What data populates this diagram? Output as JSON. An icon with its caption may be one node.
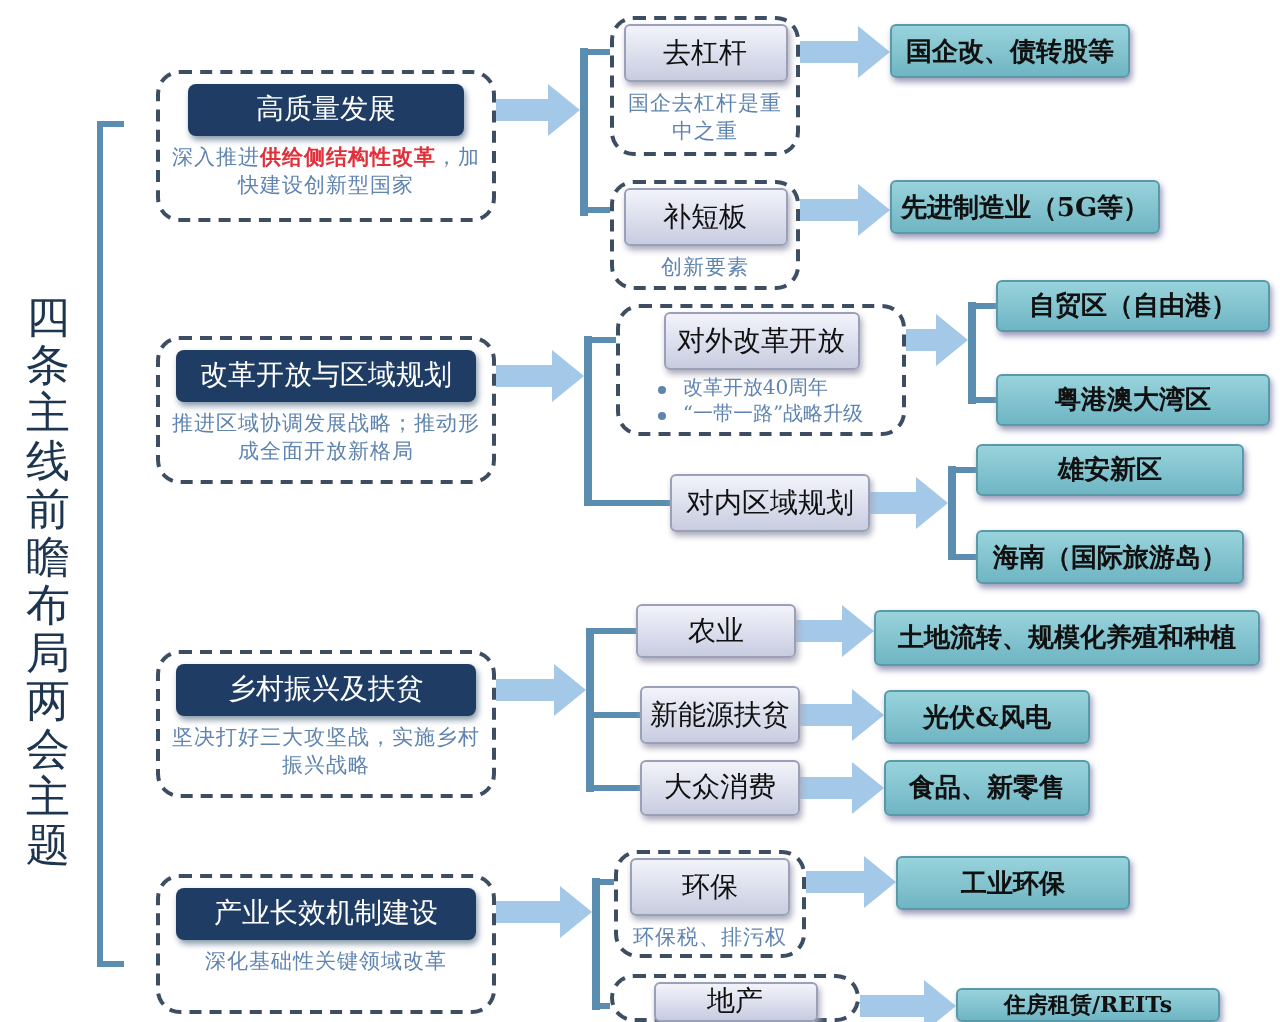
{
  "diagram": {
    "title": "四条主线前瞻布局两会主题",
    "nodes": [
      {
        "text": [
          "高质量发展",
          "深入推进**供给侧结构性改革**，加快建设创新型国家"
        ]
      },
      {
        "text": [
          "去杠杆",
          "国企去杠杆是重中之重"
        ]
      },
      {
        "text": [
          "国企改、债转股等"
        ]
      },
      {
        "text": [
          "补短板",
          "创新要素"
        ]
      },
      {
        "text": [
          "先进制造业（5G等）"
        ]
      },
      {
        "text": [
          "改革开放与区域规划",
          "推进区域协调发展战略；推动形成全面开放新格局"
        ]
      },
      {
        "text": [
          "对外改革开放",
          "改革开放40周年",
          "“一带一路”战略升级"
        ]
      },
      {
        "text": [
          "自贸区（自由港）"
        ]
      },
      {
        "text": [
          "粤港澳大湾区"
        ]
      },
      {
        "text": [
          "对内区域规划"
        ]
      },
      {
        "text": [
          "雄安新区"
        ]
      },
      {
        "text": [
          "海南（国际旅游岛）"
        ]
      },
      {
        "text": [
          "乡村振兴及扶贫",
          "坚决打好三大攻坚战，实施乡村振兴战略"
        ]
      },
      {
        "text": [
          "农业"
        ]
      },
      {
        "text": [
          "土地流转、规模化养殖和种植"
        ]
      },
      {
        "text": [
          "新能源扶贫"
        ]
      },
      {
        "text": [
          "光伏&风电"
        ]
      },
      {
        "text": [
          "大众消费"
        ]
      },
      {
        "text": [
          "食品、新零售"
        ]
      },
      {
        "text": [
          "产业长效机制建设",
          "深化基础性关键领域改革"
        ]
      },
      {
        "text": [
          "环保",
          "环保税、排污权"
        ]
      },
      {
        "text": [
          "工业环保"
        ]
      },
      {
        "text": [
          "地产"
        ]
      },
      {
        "text": [
          "住房租赁/REITs"
        ]
      },
      {
        "text": [],
        "shape": "bracket"
      },
      {
        "text": [],
        "shape": "bracket"
      },
      {
        "text": [],
        "shape": "bracket"
      },
      {
        "text": [],
        "shape": "bracket"
      },
      {
        "text": [],
        "shape": "bracket"
      },
      {
        "text": [],
        "shape": "bracket"
      }
    ],
    "edges": [
      {
        "from": 0,
        "to": 24,
        "arrow": "to",
        "style": "thick"
      },
      {
        "from": 24,
        "to": 1,
        "arrow": "none"
      },
      {
        "from": 24,
        "to": 3,
        "arrow": "none"
      },
      {
        "from": 1,
        "to": 2,
        "arrow": "to",
        "style": "thick"
      },
      {
        "from": 3,
        "to": 4,
        "arrow": "to",
        "style": "thick"
      },
      {
        "from": 5,
        "to": 25,
        "arrow": "to",
        "style": "thick"
      },
      {
        "from": 25,
        "to": 6,
        "arrow": "none"
      },
      {
        "from": 25,
        "to": 9,
        "arrow": "none"
      },
      {
        "from": 6,
        "to": 28,
        "arrow": "to",
        "style": "thick"
      },
      {
        "from": 28,
        "to": 7,
        "arrow": "none"
      },
      {
        "from": 28,
        "to": 8,
        "arrow": "none"
      },
      {
        "from": 9,
        "to": 29,
        "arrow": "to",
        "style": "thick"
      },
      {
        "from": 29,
        "to": 10,
        "arrow": "none"
      },
      {
        "from": 29,
        "to": 11,
        "arrow": "none"
      },
      {
        "from": 12,
        "to": 26,
        "arrow": "to",
        "style": "thick"
      },
      {
        "from": 26,
        "to": 13,
        "arrow": "none"
      },
      {
        "from": 26,
        "to": 15,
        "arrow": "none"
      },
      {
        "from": 26,
        "to": 17,
        "arrow": "none"
      },
      {
        "from": 13,
        "to": 14,
        "arrow": "to",
        "style": "thick"
      },
      {
        "from": 15,
        "to": 16,
        "arrow": "to",
        "style": "thick"
      },
      {
        "from": 17,
        "to": 18,
        "arrow": "to",
        "style": "thick"
      },
      {
        "from": 19,
        "to": 27,
        "arrow": "to",
        "style": "thick"
      },
      {
        "from": 27,
        "to": 20,
        "arrow": "none"
      },
      {
        "from": 27,
        "to": 22,
        "arrow": "none"
      },
      {
        "from": 20,
        "to": 21,
        "arrow": "to",
        "style": "thick"
      },
      {
        "from": 22,
        "to": 23,
        "arrow": "to",
        "style": "thick"
      }
    ]
  }
}
